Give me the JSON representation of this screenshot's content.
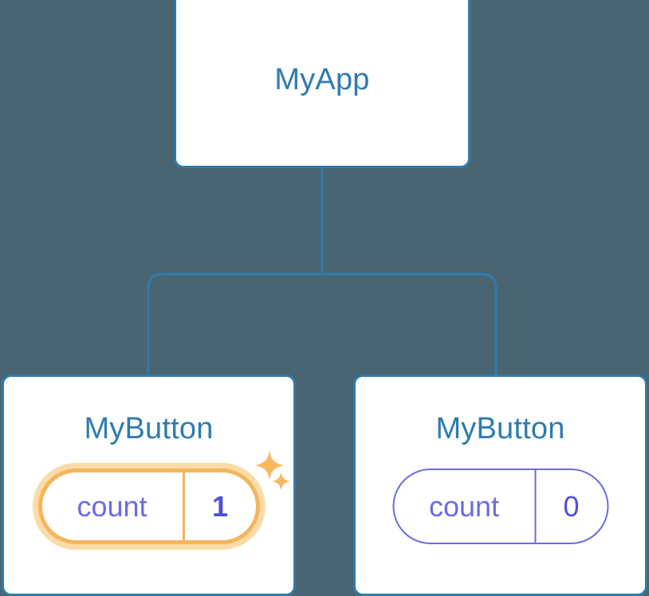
{
  "diagram": {
    "type": "component-tree",
    "background_color": "#4a6572",
    "accent_border_color": "#2e7bae",
    "prop_color": "#6b6be0",
    "highlight_color": "#f5b55c",
    "highlight_glow_color": "#fbdca8"
  },
  "root": {
    "title": "MyApp"
  },
  "children": [
    {
      "title": "MyButton",
      "prop_key": "count",
      "prop_value": "1",
      "highlighted": "true",
      "sparkles": [
        "sparkle-large",
        "sparkle-small"
      ]
    },
    {
      "title": "MyButton",
      "prop_key": "count",
      "prop_value": "0",
      "highlighted": "false"
    }
  ]
}
